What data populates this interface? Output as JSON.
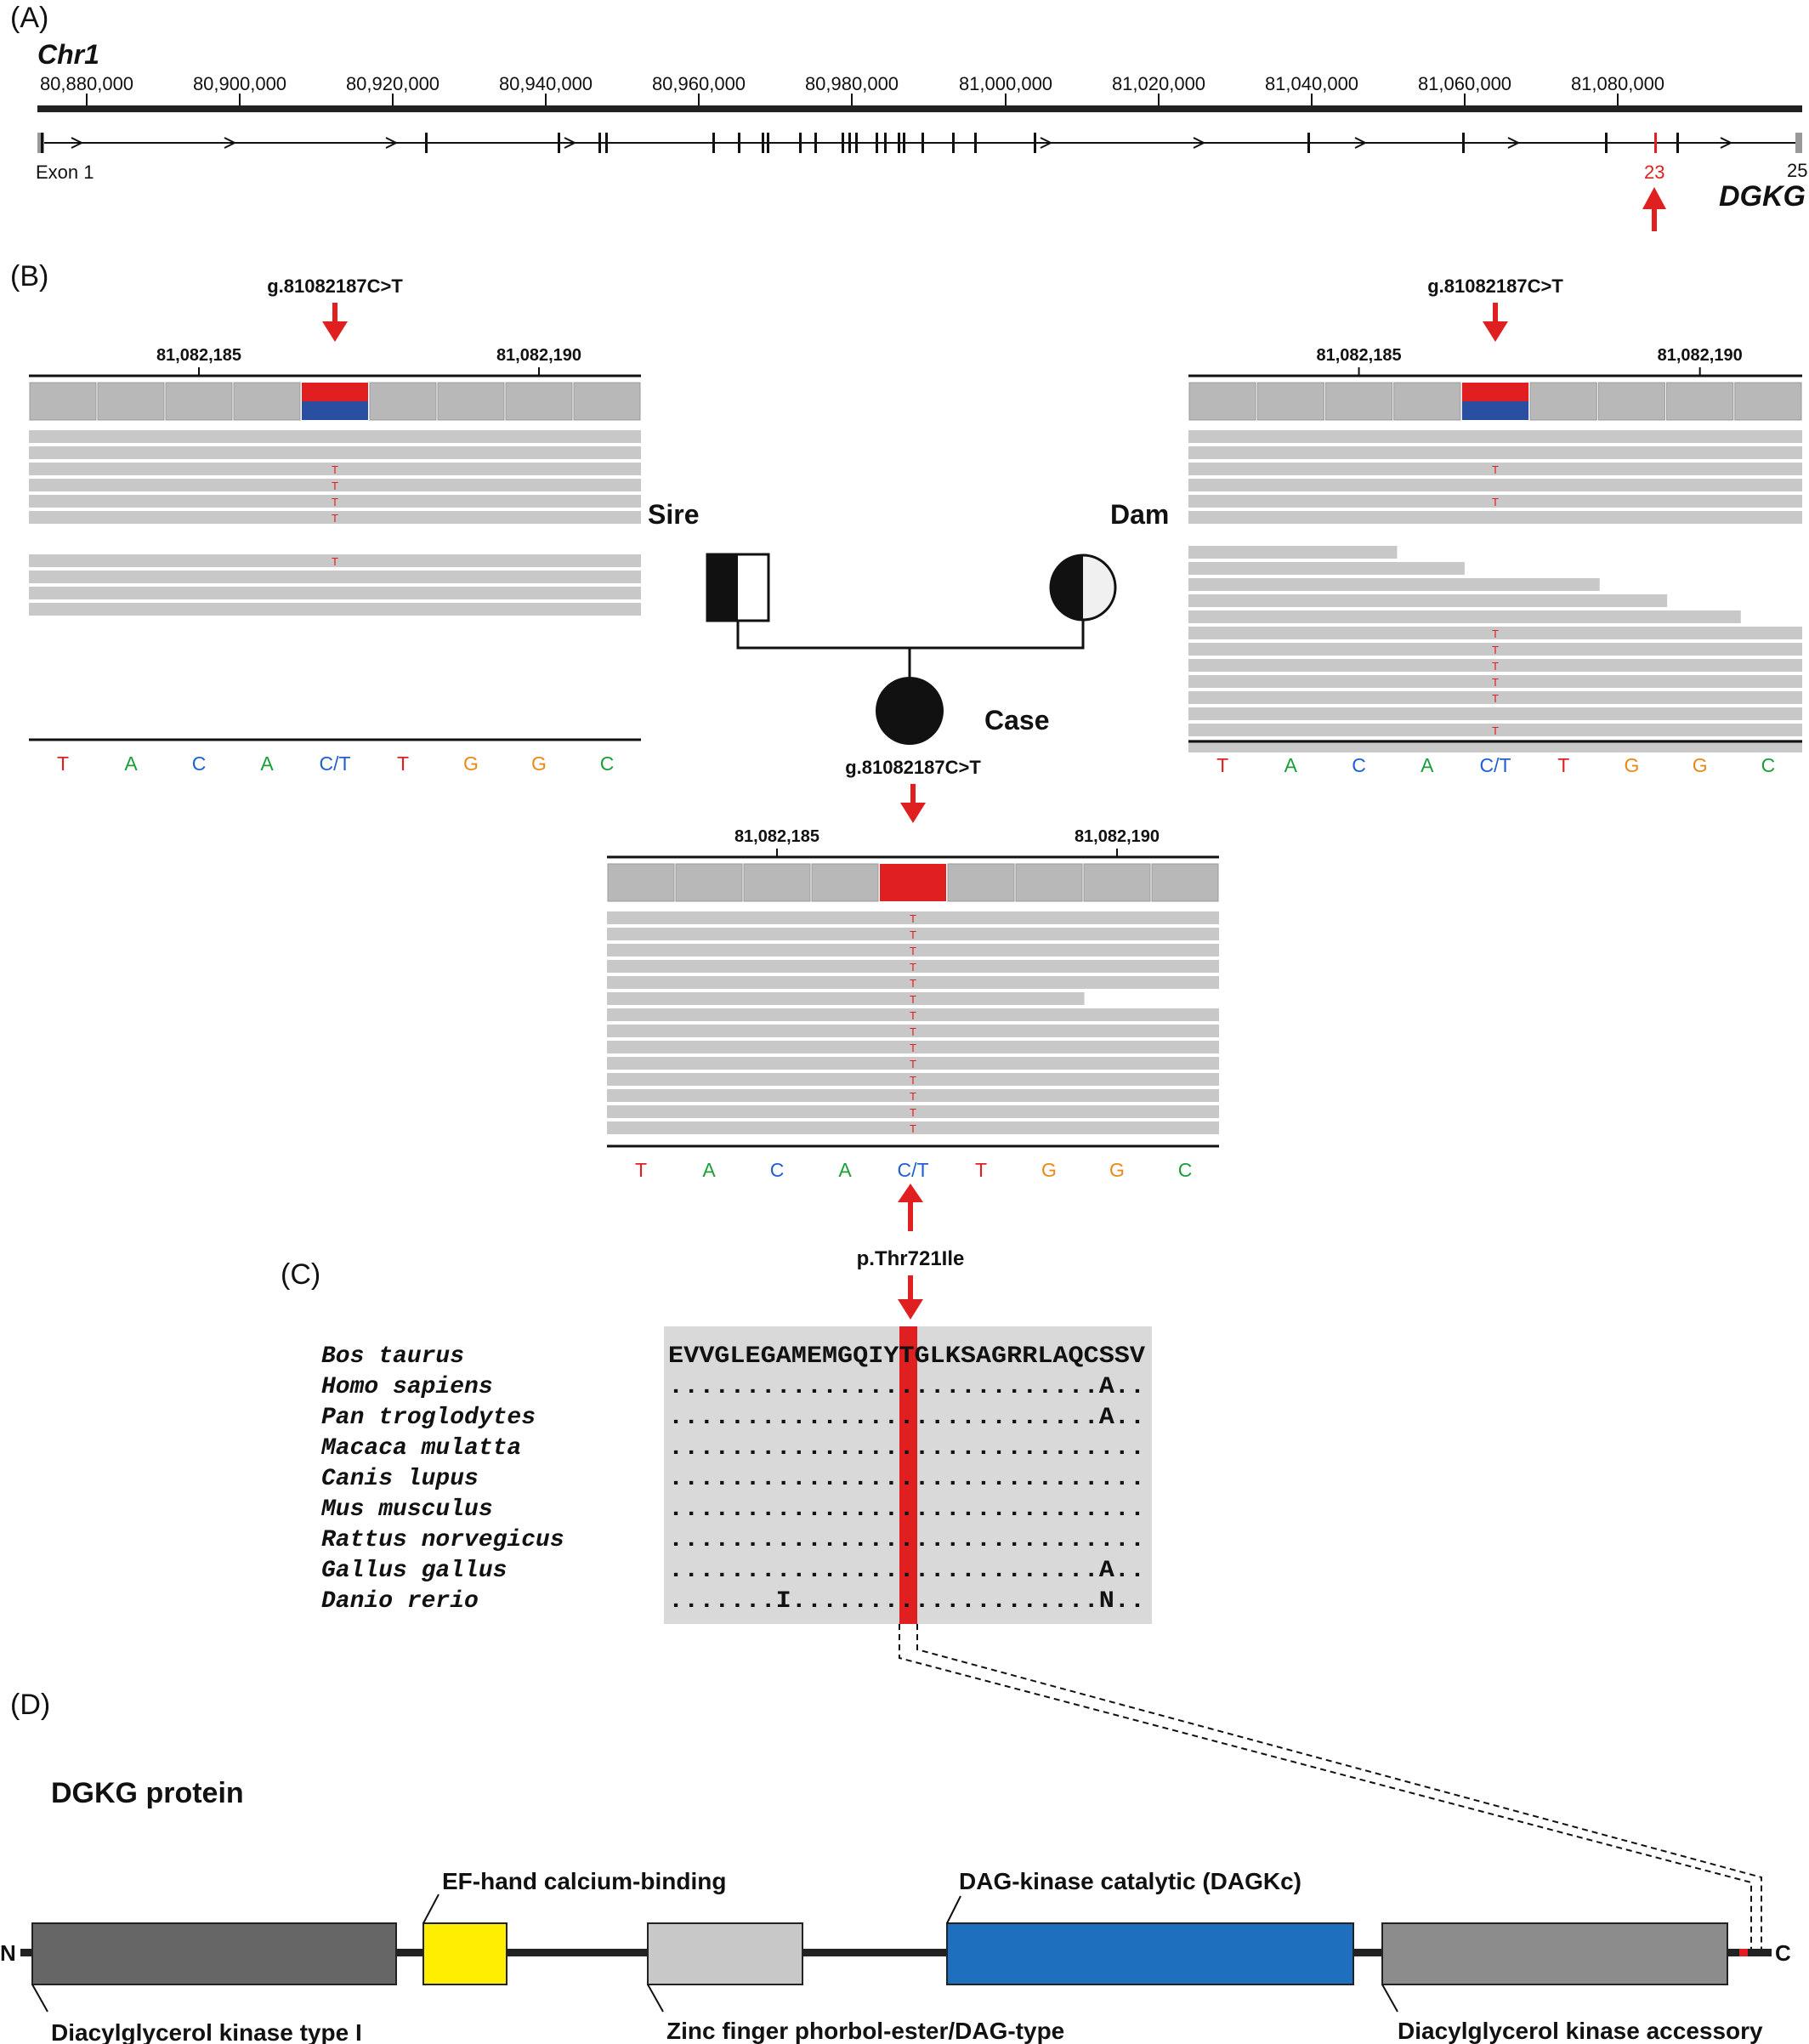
{
  "panel_labels": {
    "a": "(A)",
    "b": "(B)",
    "c": "(C)",
    "d": "(D)"
  },
  "panel_a": {
    "chrom": "Chr1",
    "positions": [
      "80,880,000",
      "80,900,000",
      "80,920,000",
      "80,940,000",
      "80,960,000",
      "80,980,000",
      "81,000,000",
      "81,020,000",
      "81,040,000",
      "81,060,000",
      "81,080,000"
    ],
    "exon_start_label": "Exon 1",
    "variant_exon": "23",
    "last_exon": "25",
    "gene": "DGKG"
  },
  "panel_b": {
    "variant": "g.81082187C>T",
    "pos_left": "81,082,185",
    "pos_right": "81,082,190",
    "reference": [
      {
        "base": "T",
        "color": "#e02020"
      },
      {
        "base": "A",
        "color": "#1a9e3a"
      },
      {
        "base": "C",
        "color": "#1f5fd0"
      },
      {
        "base": "A",
        "color": "#1a9e3a"
      },
      {
        "base": "C/T",
        "color": "#1f5fd0"
      },
      {
        "base": "T",
        "color": "#e02020"
      },
      {
        "base": "G",
        "color": "#e88a1a"
      },
      {
        "base": "G",
        "color": "#e88a1a"
      },
      {
        "base": "C",
        "color": "#1a9e3a"
      }
    ],
    "case_reference": [
      "T",
      "A",
      "C",
      "A",
      "T",
      "T",
      "G",
      "G",
      "C"
    ],
    "read_mismatch": "T",
    "pedigree": {
      "sire": "Sire",
      "dam": "Dam",
      "case": "Case"
    }
  },
  "panel_c": {
    "protein_variant": "p.Thr721Ile",
    "rows": [
      {
        "species": "Bos taurus",
        "seq": "EVVGLEGAMEMGQIYTGLKSAGRRLAQCSSV"
      },
      {
        "species": "Homo sapiens",
        "seq": "............................A.."
      },
      {
        "species": "Pan troglodytes",
        "seq": "............................A.."
      },
      {
        "species": "Macaca mulatta",
        "seq": "..............................."
      },
      {
        "species": "Canis lupus",
        "seq": "..............................."
      },
      {
        "species": "Mus musculus",
        "seq": "..............................."
      },
      {
        "species": "Rattus norvegicus",
        "seq": "..............................."
      },
      {
        "species": "Gallus gallus",
        "seq": "............................A.."
      },
      {
        "species": "Danio rerio",
        "seq": ".......I....................N.."
      }
    ]
  },
  "panel_d": {
    "title": "DGKG protein",
    "n_term": "N",
    "c_term": "C",
    "domains": [
      {
        "name": "Diacylglycerol kinase type I",
        "color": "#666666"
      },
      {
        "name": "EF-hand calcium-binding",
        "color": "#ffee00"
      },
      {
        "name": "Zinc finger phorbol-ester/DAG-type",
        "color": "#c8c8c8"
      },
      {
        "name": "DAG-kinase catalytic (DAGKc)",
        "color": "#1e6fbd"
      },
      {
        "name": "Diacylglycerol kinase accessory",
        "color": "#8c8c8c"
      }
    ]
  },
  "colors": {
    "variant_red": "#e02020",
    "het_blue": "#2a4fa0",
    "read_gray": "#c8c8c8",
    "ref_gray": "#b8b8b8",
    "align_bg": "#d9d9d9"
  }
}
